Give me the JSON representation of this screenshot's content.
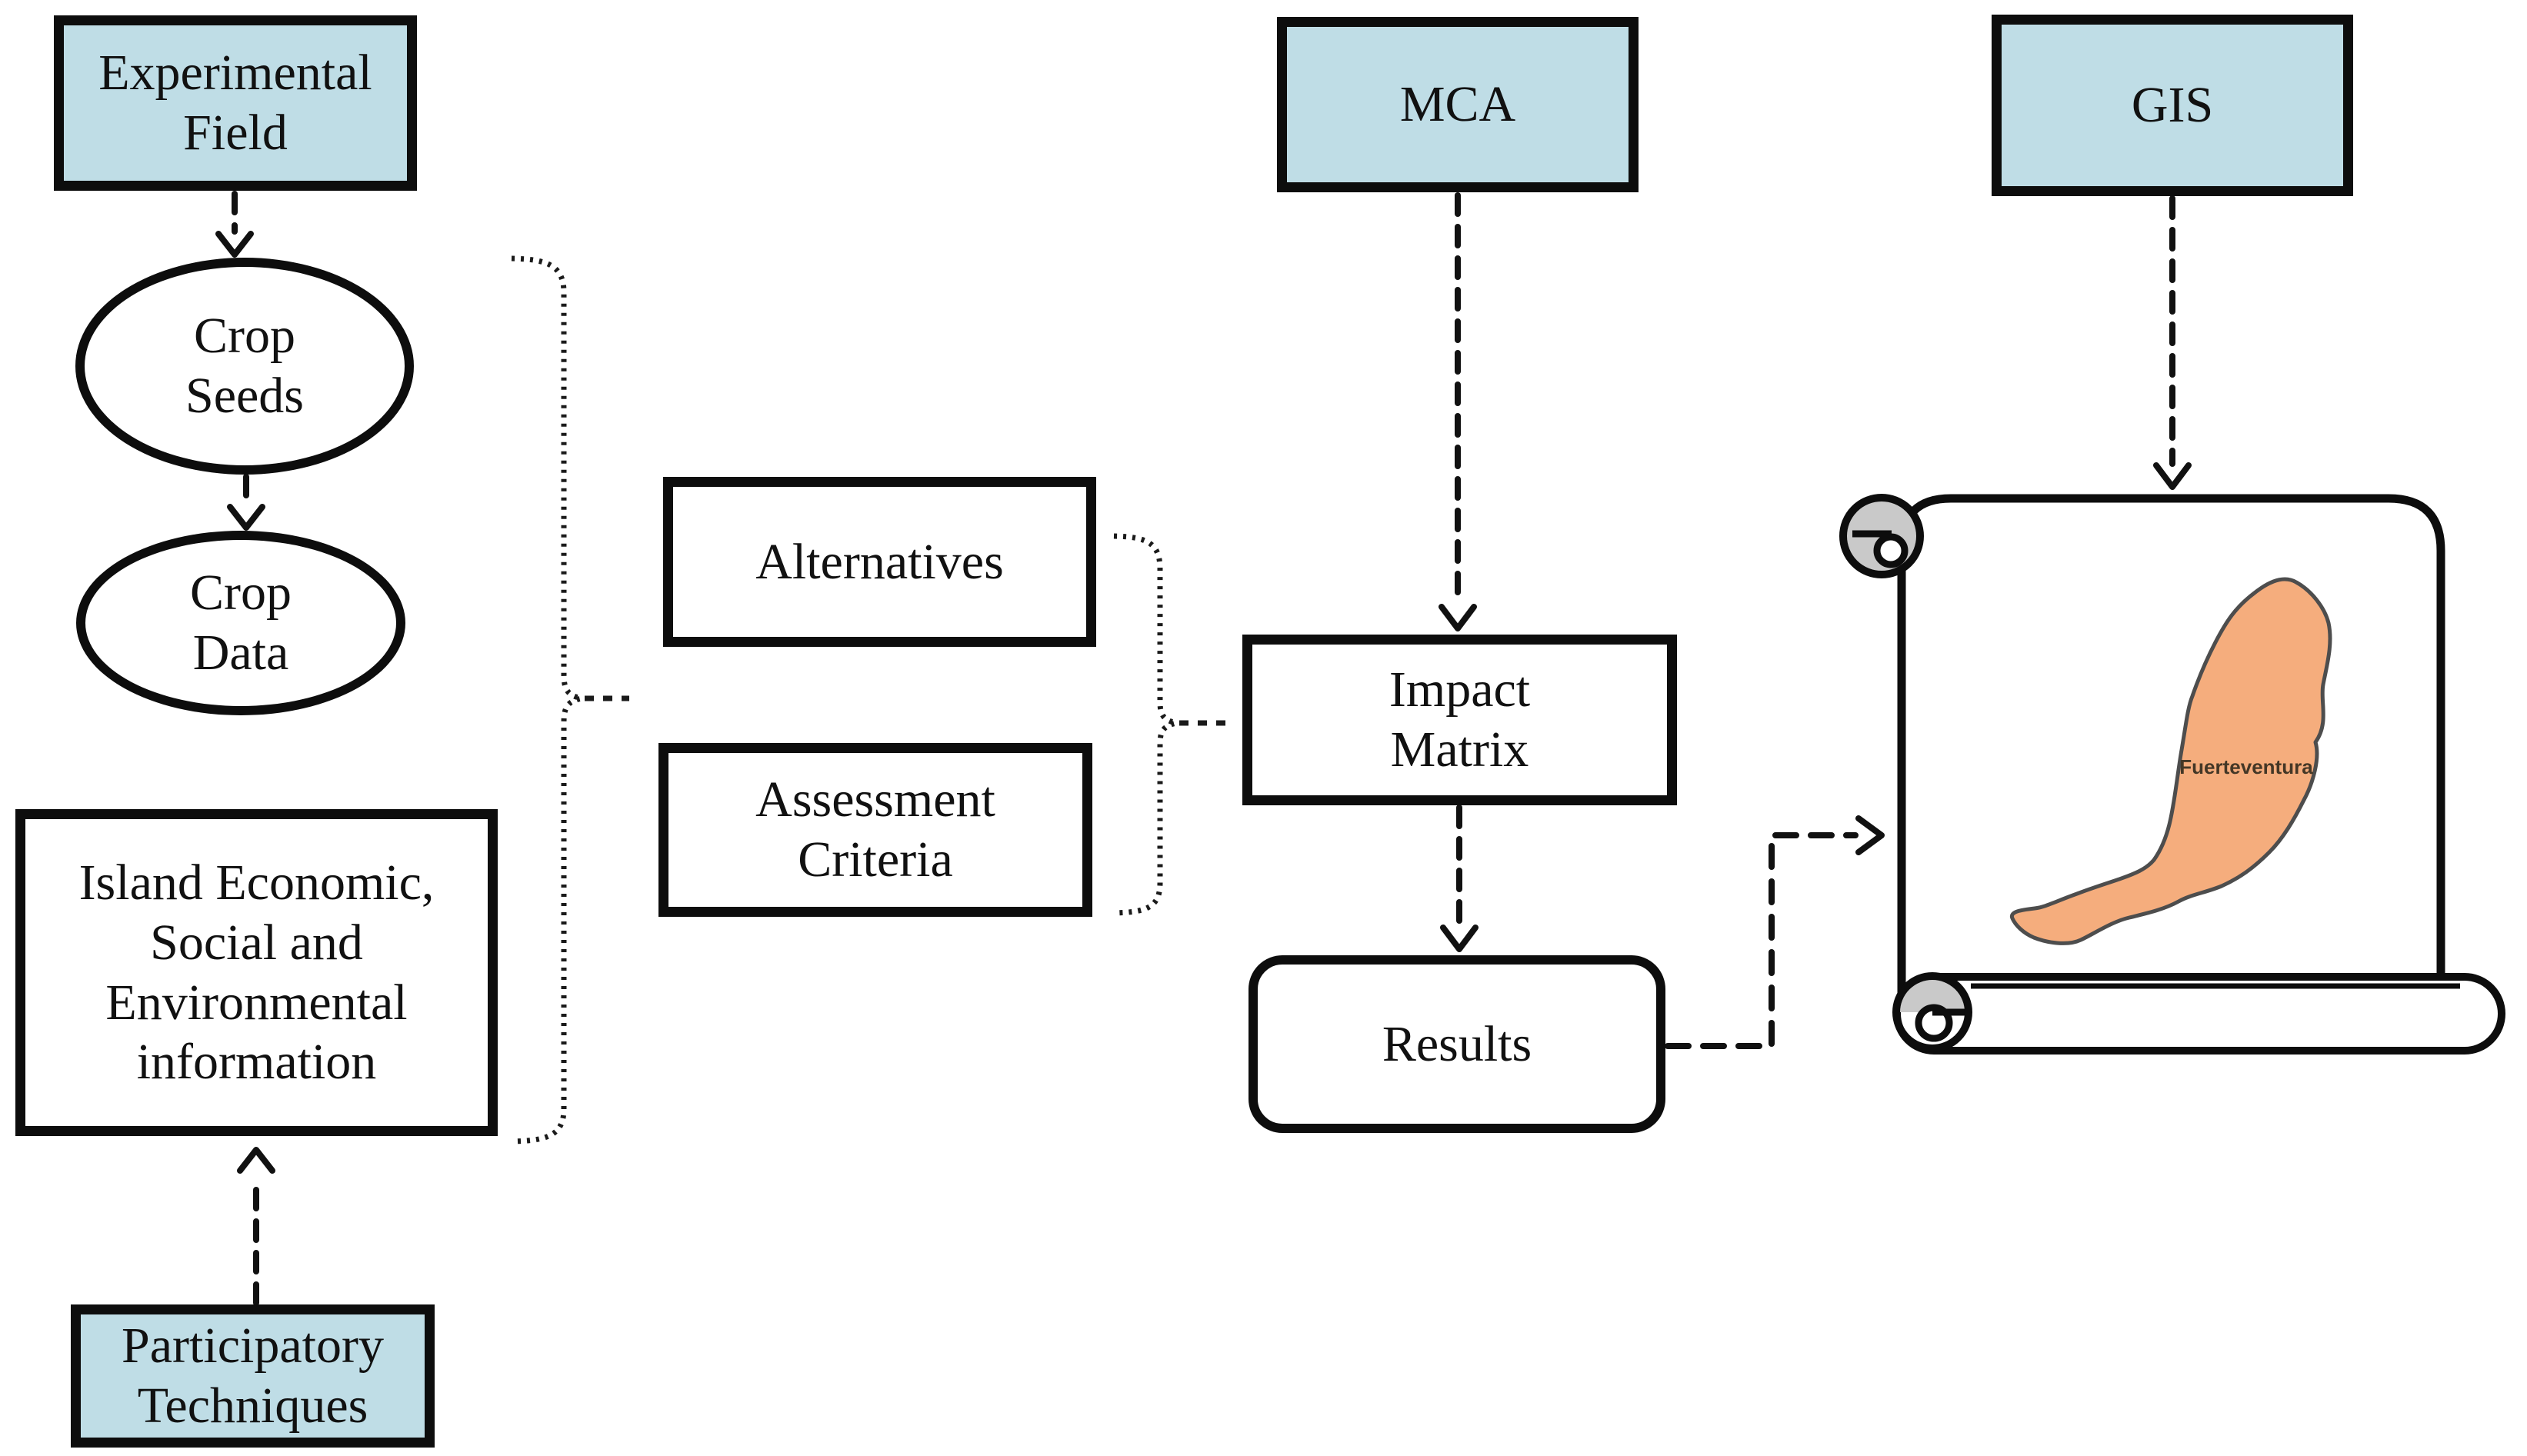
{
  "diagram": {
    "title": "MCA-GIS crop assessment methodology flowchart",
    "nodes": {
      "experimental_field": "Experimental\nField",
      "crop_seeds": "Crop\nSeeds",
      "crop_data": "Crop\nData",
      "island_info": "Island Economic,\nSocial and\nEnvironmental\ninformation",
      "participatory": "Participatory\nTechniques",
      "alternatives": "Alternatives",
      "assessment_criteria": "Assessment\nCriteria",
      "mca": "MCA",
      "impact_matrix": "Impact\nMatrix",
      "results": "Results",
      "gis": "GIS",
      "map_label": "Fuerteventura"
    },
    "connections": [
      {
        "from": "experimental_field",
        "to": "crop_seeds",
        "style": "dashed-arrow"
      },
      {
        "from": "crop_seeds",
        "to": "crop_data",
        "style": "dashed-arrow"
      },
      {
        "from": "participatory",
        "to": "island_info",
        "style": "dashed-arrow"
      },
      {
        "from": "mca",
        "to": "impact_matrix",
        "style": "dashed-arrow"
      },
      {
        "from": "impact_matrix",
        "to": "results",
        "style": "dashed-arrow"
      },
      {
        "from": "gis",
        "to": "map_scroll",
        "style": "dashed-arrow"
      },
      {
        "from": "results",
        "to": "map_scroll",
        "style": "dashed-elbow-arrow"
      }
    ],
    "groupings": [
      {
        "brace": "left",
        "groups": [
          "crop_seeds",
          "crop_data",
          "island_info"
        ],
        "points_to": "alternatives_and_assessment_criteria"
      },
      {
        "brace": "right",
        "groups": [
          "alternatives",
          "assessment_criteria"
        ],
        "points_to": "impact_matrix"
      }
    ],
    "colors": {
      "node_fill_blue": "#bfdde6",
      "node_fill_white": "#ffffff",
      "node_stroke": "#0d0d0d",
      "arrow_color": "#111111",
      "island_fill": "#f5ad7d",
      "island_stroke": "#4d4d4d",
      "scroll_curl_gray": "#c9c9c9",
      "map_label_color": "#443726"
    }
  }
}
